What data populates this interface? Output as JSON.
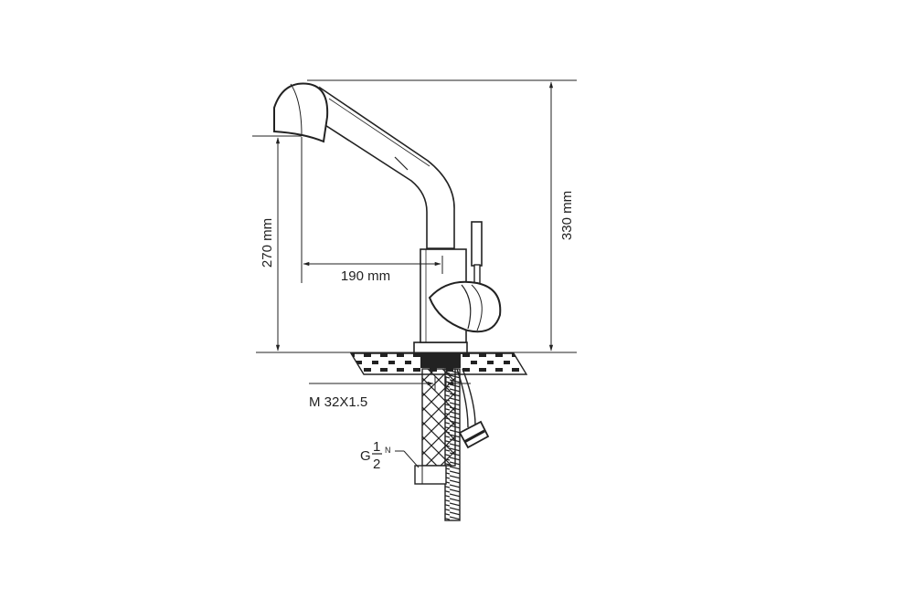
{
  "dimensions": {
    "height_total": "330 mm",
    "spout_height": "270 mm",
    "spout_reach": "190 mm",
    "thread": "M 32X1.5"
  },
  "connection": {
    "prefix": "G",
    "numerator": "1",
    "denominator": "2",
    "suffix": "N"
  },
  "colors": {
    "line": "#222222",
    "background": "#ffffff"
  }
}
